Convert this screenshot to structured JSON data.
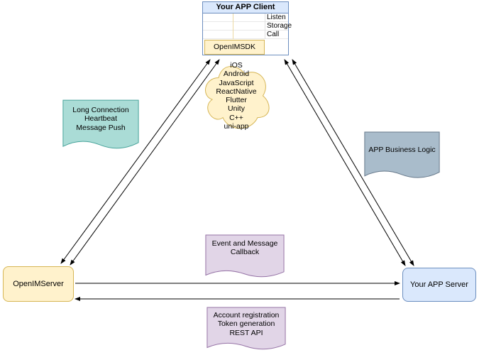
{
  "client": {
    "title": "Your APP Client",
    "port_labels": [
      "Listen",
      "Storage",
      "Call"
    ],
    "sdk_label": "OpenIMSDK"
  },
  "cloud": {
    "platforms_text": "iOS\nAndroid\nJavaScript\nReactNative\nFlutter\nUnity\nC++\nuni-app"
  },
  "notes": {
    "long_connection": "Long Connection\nHeartbeat\nMessage Push",
    "app_business_logic": "APP Business Logic",
    "event_callback": "Event and Message\nCallback",
    "account_registration": "Account registration\nToken generation\nREST API"
  },
  "nodes": {
    "openim_server": "OpenIMServer",
    "your_app_server": "Your APP Server"
  },
  "colors": {
    "client_header_fill": "#dae8fc",
    "client_border": "#6c8ebf",
    "yellow_fill": "#fff2cc",
    "yellow_border": "#d6b656",
    "teal_fill": "#aadcd6",
    "teal_border": "#47a39a",
    "gray_blue_fill": "#a9bccb",
    "gray_blue_border": "#66788a",
    "purple_fill": "#e1d5e7",
    "purple_border": "#9673a6",
    "blue_fill": "#dae8fc",
    "blue_border": "#6c8ebf",
    "edge_color": "#000000"
  }
}
